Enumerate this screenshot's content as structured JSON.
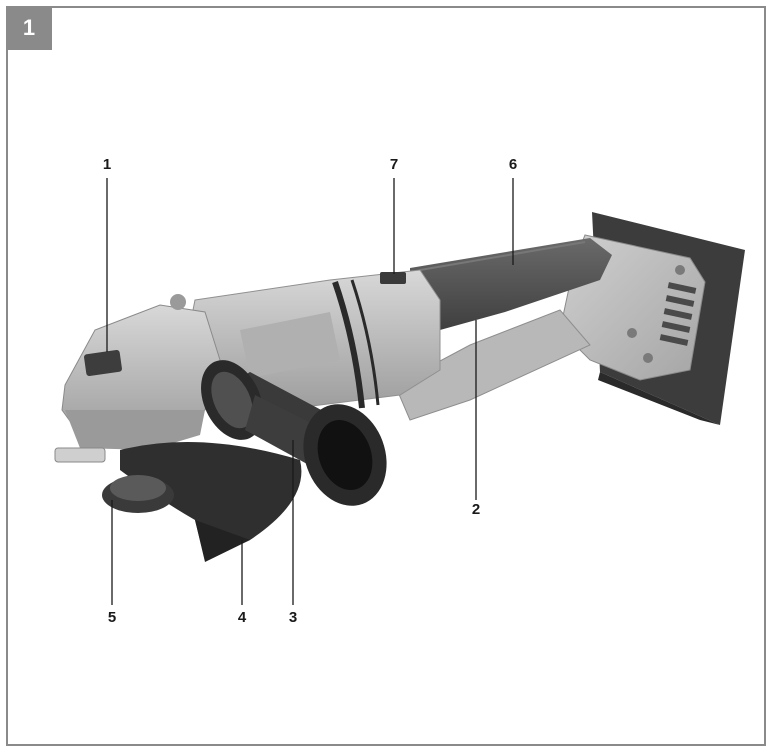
{
  "figure": {
    "number": "1"
  },
  "callouts": [
    {
      "id": "c1",
      "label": "1"
    },
    {
      "id": "c2",
      "label": "2"
    },
    {
      "id": "c3",
      "label": "3"
    },
    {
      "id": "c4",
      "label": "4"
    },
    {
      "id": "c5",
      "label": "5"
    },
    {
      "id": "c6",
      "label": "6"
    },
    {
      "id": "c7",
      "label": "7"
    }
  ],
  "colors": {
    "frame": "#8a8a8a",
    "body_light": "#c9c9c9",
    "body_mid": "#a9a9a9",
    "body_dark": "#4f4f4f",
    "black": "#2a2a2a"
  }
}
